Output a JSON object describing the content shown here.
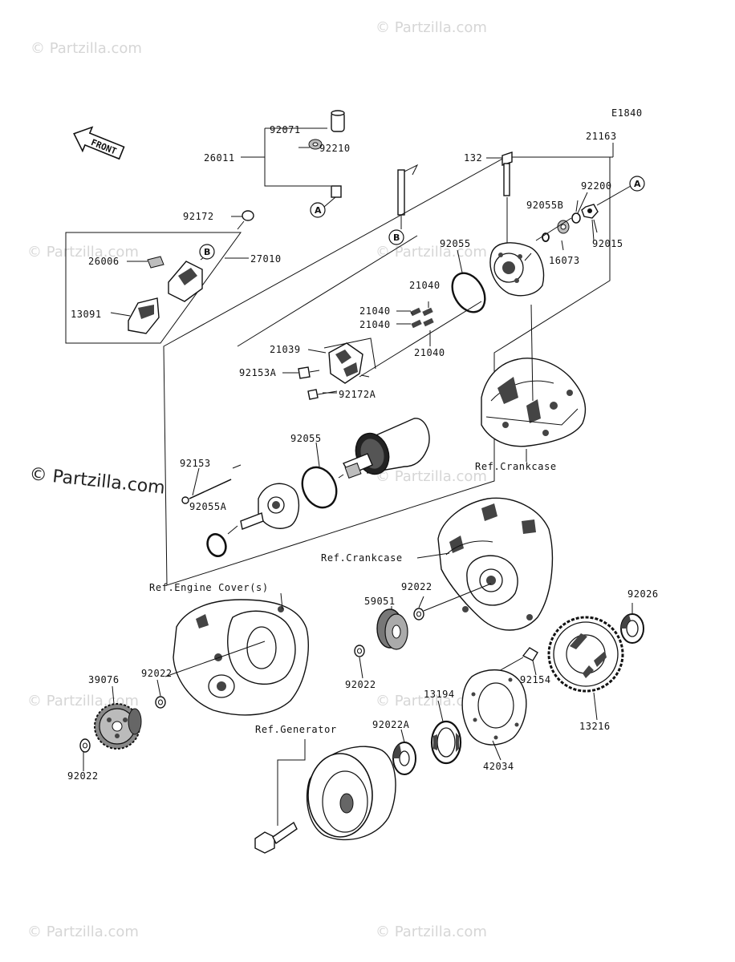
{
  "diagram_code": "E1840",
  "front_label": "FRONT",
  "watermark": "© Partzilla.com",
  "watermark_faint": "© Partzilla.com",
  "callout_a": "A",
  "callout_b": "B",
  "part_labels": {
    "p92071": "92071",
    "p92210": "92210",
    "p26011": "26011",
    "p21163": "21163",
    "p132": "132",
    "p92200": "92200",
    "p92055b": "92055B",
    "p92172": "92172",
    "p26006": "26006",
    "p27010": "27010",
    "p13091": "13091",
    "p92055_top": "92055",
    "p16073": "16073",
    "p92015": "92015",
    "p21040_a": "21040",
    "p21040_b": "21040",
    "p21040_c": "21040",
    "p21040_d": "21040",
    "p21039": "21039",
    "p92153a": "92153A",
    "p92172a": "92172A",
    "p92055_mid": "92055",
    "p92153": "92153",
    "p92055a": "92055A",
    "p92022_a": "92022",
    "p59051": "59051",
    "p92026": "92026",
    "p92022_b": "92022",
    "p39076": "39076",
    "p92022_c": "92022",
    "p92154": "92154",
    "p13194": "13194",
    "p92022a": "92022A",
    "p13216": "13216",
    "p42034": "42034",
    "p92022_d": "92022"
  },
  "reference_labels": {
    "crankcase_top": "Ref.Crankcase",
    "crankcase_mid": "Ref.Crankcase",
    "engine_cover": "Ref.Engine Cover(s)",
    "generator": "Ref.Generator"
  }
}
